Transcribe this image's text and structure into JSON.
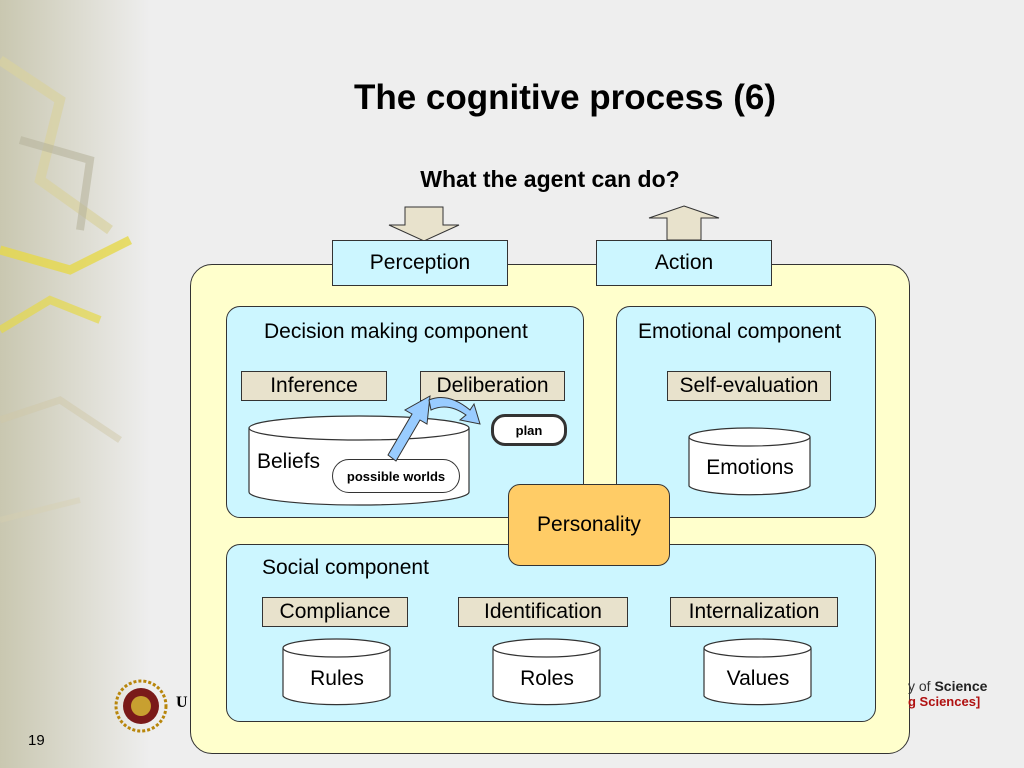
{
  "slide": {
    "title": "The cognitive process (6)",
    "subtitle": "What the agent can do?",
    "number": "19"
  },
  "io": {
    "perception": "Perception",
    "action": "Action"
  },
  "decision": {
    "title": "Decision making component",
    "inference": "Inference",
    "deliberation": "Deliberation",
    "plan": "plan",
    "beliefs": "Beliefs",
    "possible_worlds": "possible worlds"
  },
  "emotional": {
    "title": "Emotional component",
    "self_evaluation": "Self-evaluation",
    "emotions": "Emotions"
  },
  "personality": "Personality",
  "social": {
    "title": "Social component",
    "compliance": "Compliance",
    "identification": "Identification",
    "internalization": "Internalization",
    "rules": "Rules",
    "roles": "Roles",
    "values": "Values"
  },
  "logo": {
    "left_fragment": "U",
    "right_line1_a": "y of ",
    "right_line1_b": "Science",
    "right_line2": "g Sciences]"
  },
  "colors": {
    "panel": "#ffffcc",
    "component": "#ccf6ff",
    "process": "#e8e2cc",
    "personality": "#ffcc66",
    "arrow": "#99ccff",
    "io_arrow": "#e8e2cc"
  }
}
